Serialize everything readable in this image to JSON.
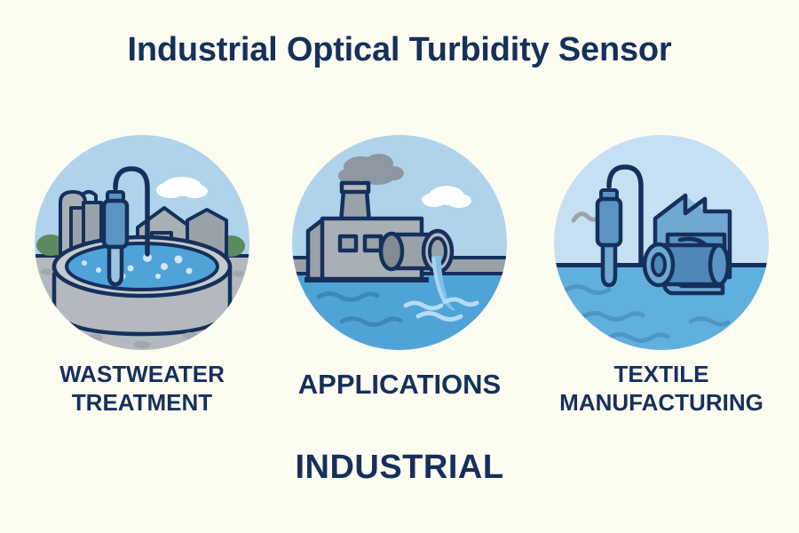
{
  "header": {
    "title": "Industrial Optical Turbidity Sensor"
  },
  "footer": {
    "label": "INDUSTRIAL"
  },
  "colors": {
    "background": "#fdfcf0",
    "navy_text": "#15305c",
    "outline_navy": "#15305c",
    "circle_sky": "#aed3ea",
    "water_blue": "#4fa3d9",
    "water_dark": "#3d87bd",
    "grey_light": "#b3b9be",
    "grey_mid": "#9aa2a9",
    "grey_dark": "#828b93",
    "probe_blue": "#5b93c4",
    "probe_light": "#9cc4e0",
    "machine_blue": "#6fa8d0",
    "machine_blue_dark": "#4f87b8",
    "cloud_white": "#ffffff",
    "smoke_grey": "#8e97a1",
    "bush_green": "#5d8a5f",
    "bubble_light": "#cfe7f7"
  },
  "panels": [
    {
      "id": "wastewater-treatment",
      "caption_line1": "WASTWEATER",
      "caption_line2": "TREATMENT",
      "scene_elements": [
        "sensor-probe",
        "clarifier-tank",
        "storage-silo",
        "treatment-building",
        "cloud",
        "bushes",
        "ground"
      ]
    },
    {
      "id": "applications",
      "caption_line1": "APPLICATIONS",
      "caption_line2": "",
      "scene_elements": [
        "factory-building",
        "smokestack",
        "smoke-cloud",
        "cloud",
        "discharge-pipe",
        "water-stream",
        "water-body",
        "wave-lines"
      ]
    },
    {
      "id": "textile-manufacturing",
      "caption_line1": "TEXTILE",
      "caption_line2": "MANUFACTURING",
      "scene_elements": [
        "sensor-probe",
        "textile-machine",
        "fabric-roll",
        "water-body",
        "wave-lines",
        "bird-squiggle"
      ]
    }
  ]
}
